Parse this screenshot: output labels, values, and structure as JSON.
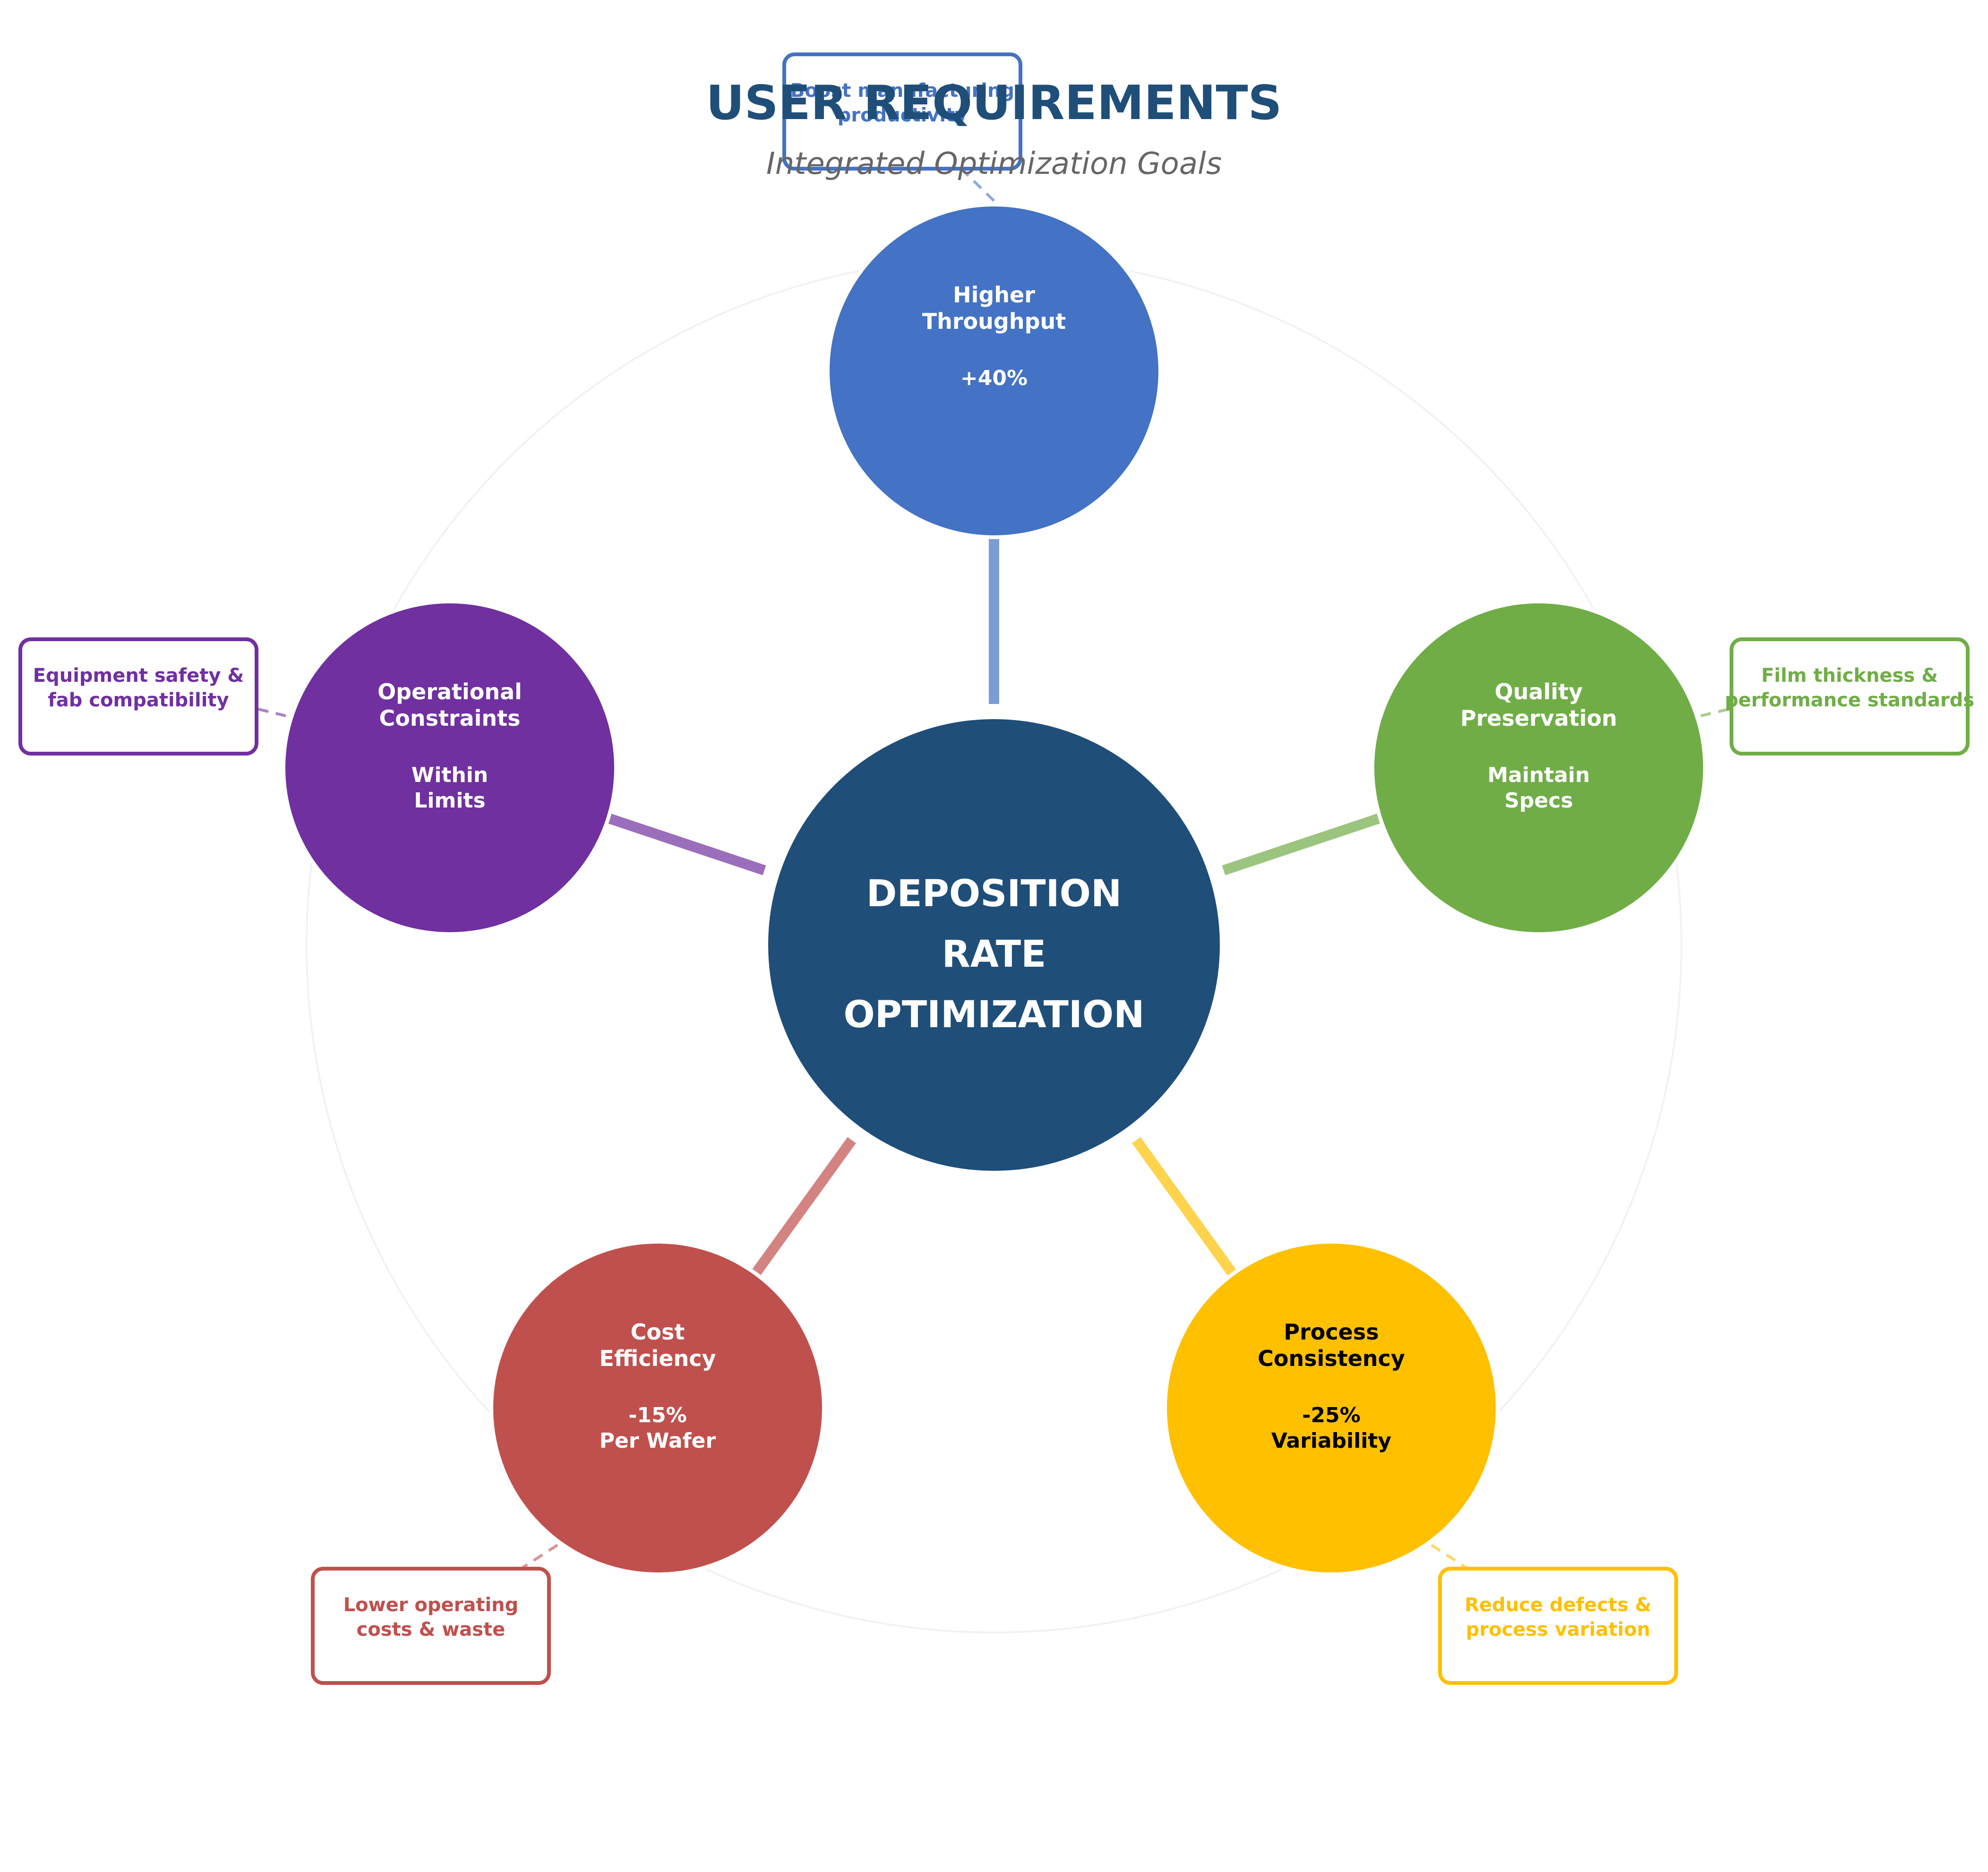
{
  "header": {
    "title": "USER REQUIREMENTS",
    "subtitle": "Integrated Optimization Goals"
  },
  "center": {
    "lines": [
      "DEPOSITION",
      "RATE",
      "OPTIMIZATION"
    ],
    "color": "#1f4e79"
  },
  "nodes": [
    {
      "id": "throughput",
      "title_lines": [
        "Higher",
        "Throughput"
      ],
      "metric_lines": [
        "+40%"
      ],
      "note_lines": [
        "Boost manufacturing",
        "productivity"
      ],
      "color": "#4472c4",
      "text_color": "#ffffff"
    },
    {
      "id": "quality",
      "title_lines": [
        "Quality",
        "Preservation"
      ],
      "metric_lines": [
        "Maintain",
        "Specs"
      ],
      "note_lines": [
        "Film thickness &",
        "performance standards"
      ],
      "color": "#70ad47",
      "text_color": "#ffffff"
    },
    {
      "id": "consistency",
      "title_lines": [
        "Process",
        "Consistency"
      ],
      "metric_lines": [
        "-25%",
        "Variability"
      ],
      "note_lines": [
        "Reduce defects &",
        "process variation"
      ],
      "color": "#ffc000",
      "text_color": "#000000"
    },
    {
      "id": "cost",
      "title_lines": [
        "Cost",
        "Efficiency"
      ],
      "metric_lines": [
        "-15%",
        "Per Wafer"
      ],
      "note_lines": [
        "Lower operating",
        "costs & waste"
      ],
      "color": "#c0504d",
      "text_color": "#ffffff"
    },
    {
      "id": "operational",
      "title_lines": [
        "Operational",
        "Constraints"
      ],
      "metric_lines": [
        "Within",
        "Limits"
      ],
      "note_lines": [
        "Equipment safety &",
        "fab compatibility"
      ],
      "color": "#7030a0",
      "text_color": "#ffffff"
    }
  ]
}
